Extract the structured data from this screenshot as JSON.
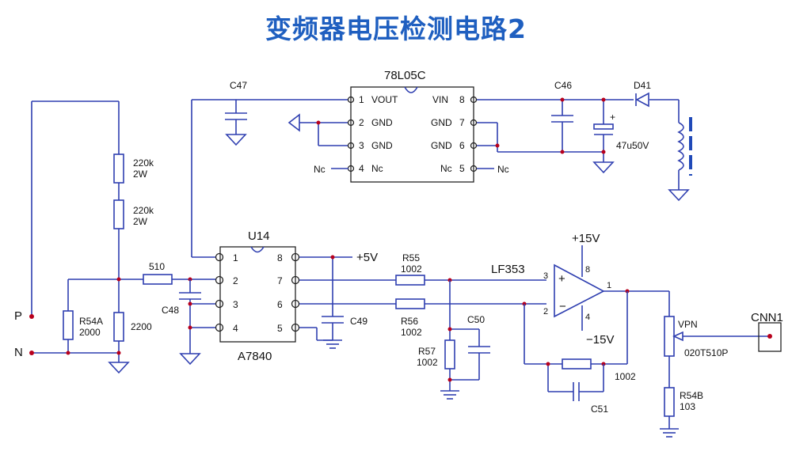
{
  "title": "变频器电压检测电路2",
  "regulator": {
    "name": "78L05C",
    "pins_left": [
      {
        "num": "1",
        "name": "VOUT"
      },
      {
        "num": "2",
        "name": "GND"
      },
      {
        "num": "3",
        "name": "GND"
      },
      {
        "num": "4",
        "name": "Nc"
      }
    ],
    "pins_right": [
      {
        "num": "8",
        "name": "VIN"
      },
      {
        "num": "7",
        "name": "GND"
      },
      {
        "num": "6",
        "name": "GND"
      },
      {
        "num": "5",
        "name": "Nc"
      }
    ],
    "nc_left": "Nc",
    "nc_right": "Nc"
  },
  "optocoupler": {
    "ref": "U14",
    "part": "A7840",
    "pins_left": [
      "1",
      "2",
      "3",
      "4"
    ],
    "pins_right": [
      "8",
      "7",
      "6",
      "5"
    ]
  },
  "opamp": {
    "part": "LF353",
    "pin_plus": "3",
    "pin_minus": "2",
    "pin_out": "1",
    "pin_vplus": "8",
    "pin_vminus": "4",
    "sign_plus": "+",
    "sign_minus": "−"
  },
  "rails": {
    "p15": "+15V",
    "n15": "−15V",
    "p5": "+5V"
  },
  "components": {
    "c47": "C47",
    "c46": "C46",
    "d41": "D41",
    "cap_elec": "47u50V",
    "cap_plus": "+",
    "r1": [
      "220k",
      "2W"
    ],
    "r2": [
      "220k",
      "2W"
    ],
    "r3": "2200",
    "r54a": [
      "R54A",
      "2000"
    ],
    "r510": "510",
    "c48": "C48",
    "c49": "C49",
    "r55": [
      "R55",
      "1002"
    ],
    "r56": [
      "R56",
      "1002"
    ],
    "c50": "C50",
    "r57": [
      "R57",
      "1002"
    ],
    "rfb": "1002",
    "c51": "C51",
    "vpn": "VPN",
    "pot": "020T510P",
    "r54b": [
      "R54B",
      "103"
    ],
    "cnn1": "CNN1"
  },
  "terminals": {
    "p": "P",
    "n": "N"
  }
}
